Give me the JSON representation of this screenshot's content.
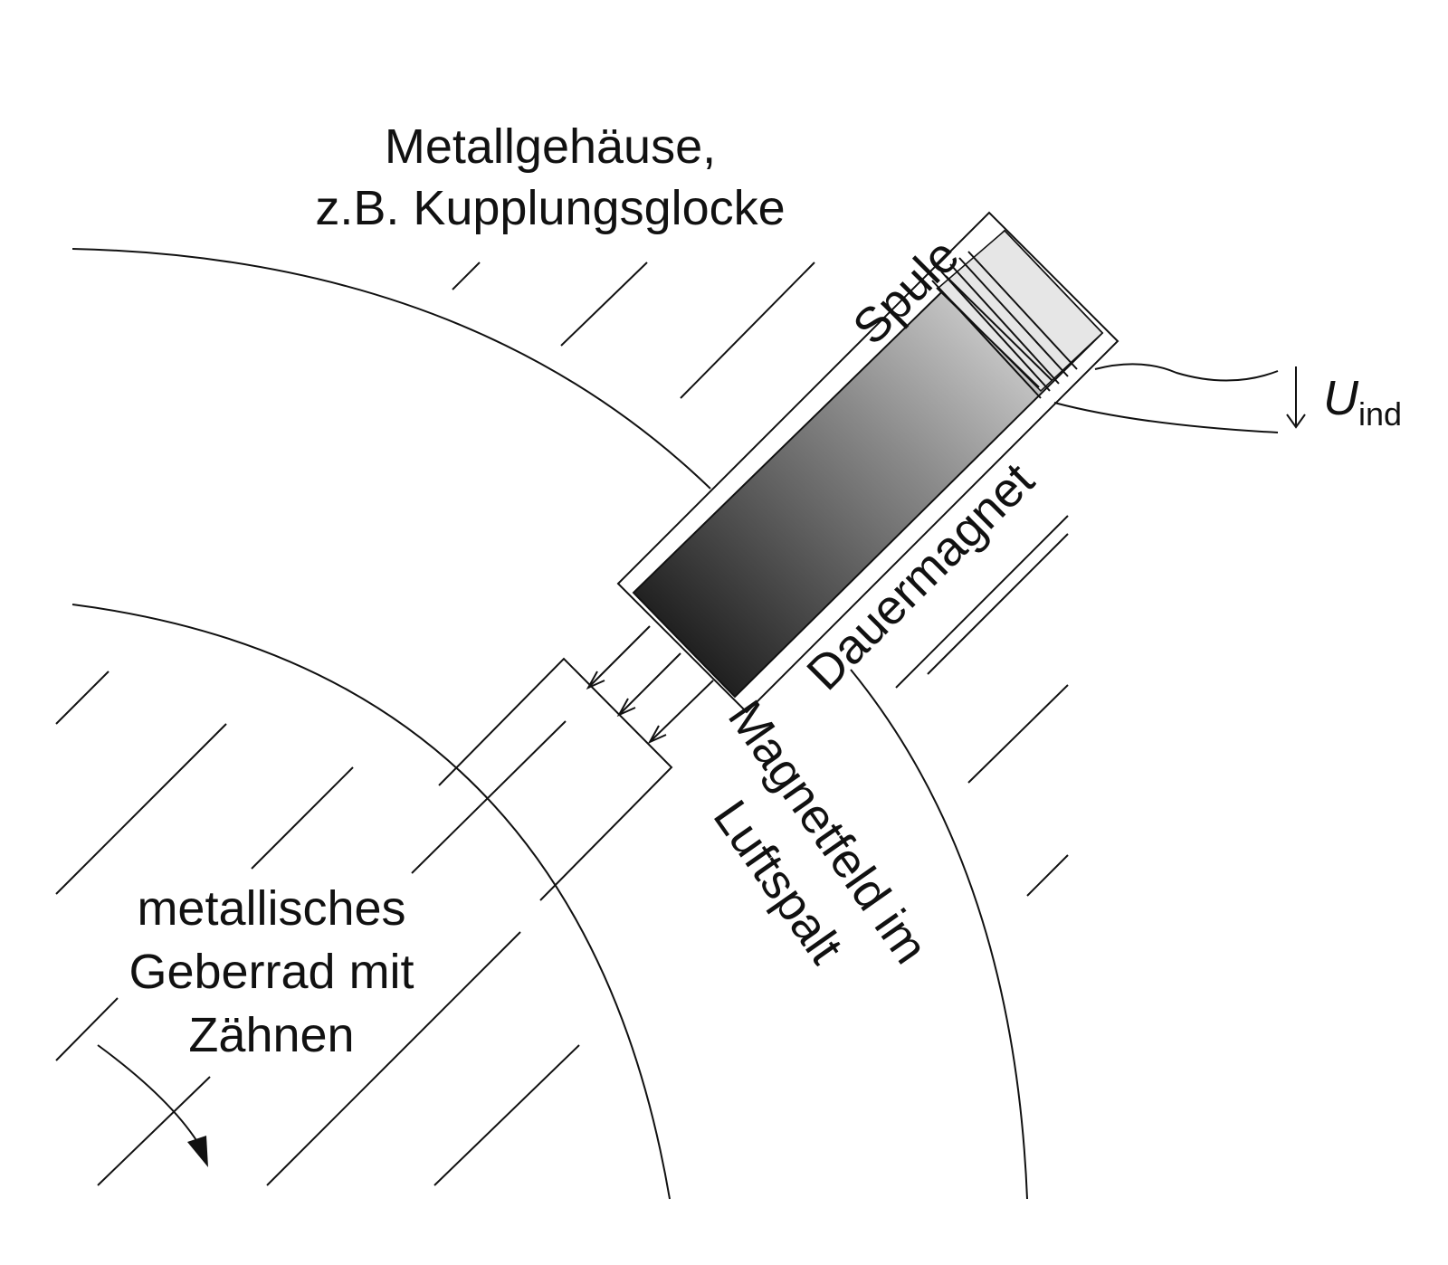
{
  "labels": {
    "housing_line1": "Metallgehäuse,",
    "housing_line2": "z.B. Kupplungsglocke",
    "coil": "Spule",
    "magnet": "Dauermagnet",
    "field_line1": "Magnetfeld im",
    "field_line2": "Luftspalt",
    "wheel_line1": "metallisches",
    "wheel_line2": "Geberrad mit",
    "wheel_line3": "Zähnen",
    "voltage_main": "U",
    "voltage_sub": "ind"
  },
  "colors": {
    "line": "#111111",
    "magnet_dark": "#1a1a1a",
    "magnet_light": "#e8e8e8",
    "background": "#ffffff"
  }
}
